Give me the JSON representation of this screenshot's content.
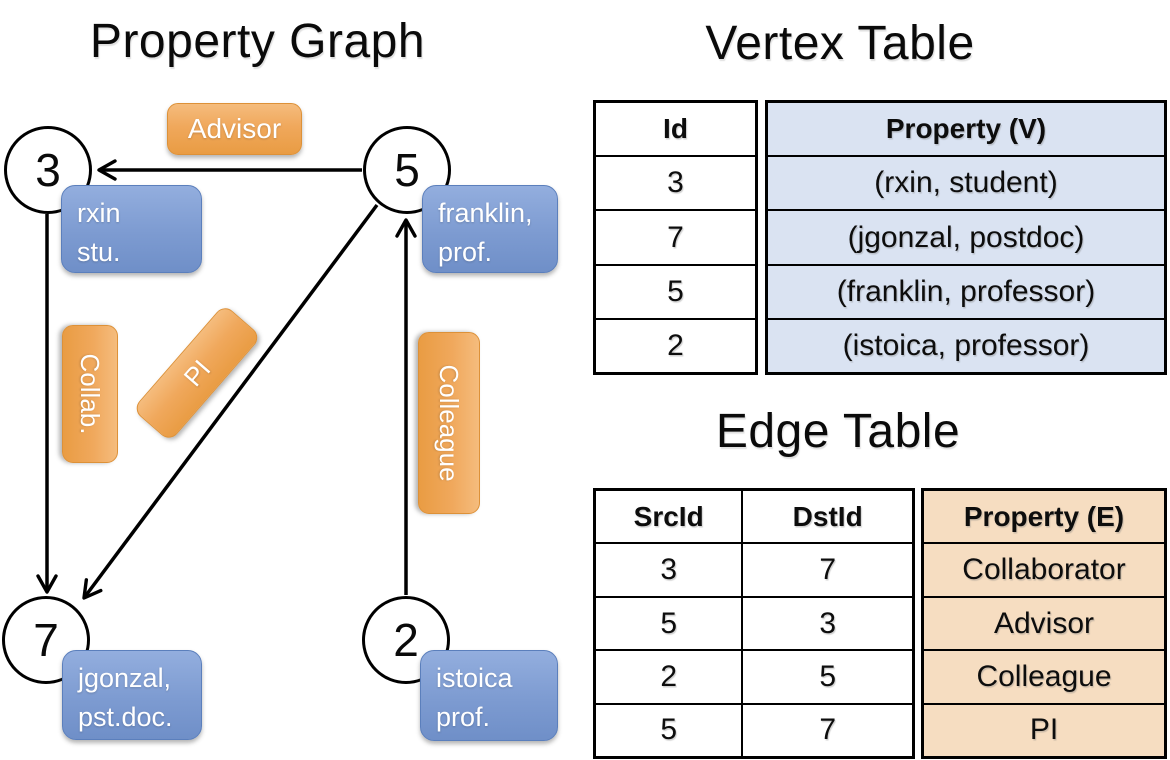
{
  "titles": {
    "graph": "Property Graph",
    "vertex_table": "Vertex Table",
    "edge_table": "Edge Table"
  },
  "graph": {
    "nodes": [
      {
        "id": "3",
        "property_line1": "rxin",
        "property_line2": "stu."
      },
      {
        "id": "5",
        "property_line1": "franklin,",
        "property_line2": "prof."
      },
      {
        "id": "7",
        "property_line1": "jgonzal,",
        "property_line2": "pst.doc."
      },
      {
        "id": "2",
        "property_line1": "istoica",
        "property_line2": "prof."
      }
    ],
    "edge_labels": {
      "advisor": "Advisor",
      "collab": "Collab.",
      "pi": "PI",
      "colleague": "Colleague"
    }
  },
  "vertex_table": {
    "headers": {
      "id": "Id",
      "property": "Property (V)"
    },
    "rows": [
      {
        "id": "3",
        "property": "(rxin, student)"
      },
      {
        "id": "7",
        "property": "(jgonzal, postdoc)"
      },
      {
        "id": "5",
        "property": "(franklin, professor)"
      },
      {
        "id": "2",
        "property": "(istoica, professor)"
      }
    ]
  },
  "edge_table": {
    "headers": {
      "src": "SrcId",
      "dst": "DstId",
      "property": "Property (E)"
    },
    "rows": [
      {
        "src": "3",
        "dst": "7",
        "property": "Collaborator"
      },
      {
        "src": "5",
        "dst": "3",
        "property": "Advisor"
      },
      {
        "src": "2",
        "dst": "5",
        "property": "Colleague"
      },
      {
        "src": "5",
        "dst": "7",
        "property": "PI"
      }
    ]
  },
  "colors": {
    "edge_label_orange_top": "#f5bc7d",
    "edge_label_orange_bottom": "#e99c43",
    "property_box_blue_top": "#93aede",
    "property_box_blue_bottom": "#6f8fc8",
    "vertex_cell_fill": "#dae3f2",
    "edge_cell_fill": "#f6ddc1",
    "line_stroke": "#000000"
  }
}
